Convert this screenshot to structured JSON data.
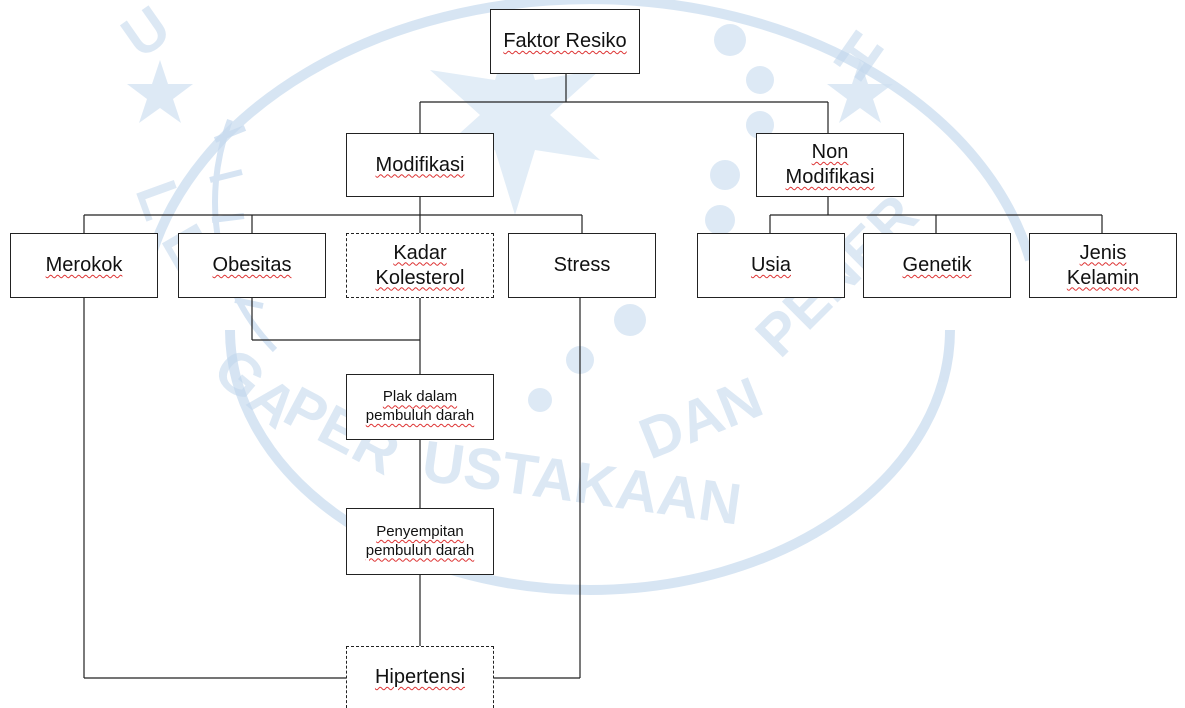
{
  "diagram": {
    "watermark_color": "#bcd3ea",
    "line_color": "#222222",
    "nodes": {
      "faktor_resiko": "Faktor Resiko",
      "modifikasi": "Modifikasi",
      "non_modifikasi": "Non\nModifikasi",
      "merokok": "Merokok",
      "obesitas": "Obesitas",
      "kadar_kolesterol": "Kadar\nKolesterol",
      "stress": "Stress",
      "usia": "Usia",
      "genetik": "Genetik",
      "jenis_kelamin": "Jenis\nKelamin",
      "plak": "Plak dalam\npembuluh darah",
      "penyempitan": "Penyempitan\npembuluh darah",
      "hipertensi": "Hipertensi"
    }
  }
}
